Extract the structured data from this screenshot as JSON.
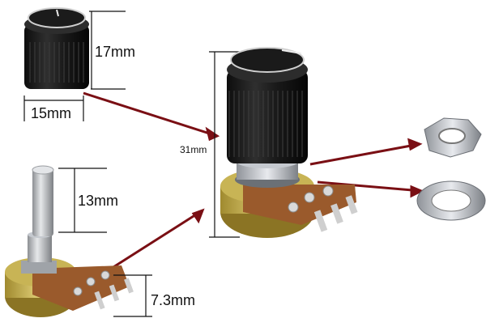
{
  "labels": {
    "knob_height": "17mm",
    "knob_width": "15mm",
    "assembled_height": "31mm",
    "shaft_length": "13mm",
    "body_height": "7.3mm"
  },
  "colors": {
    "knob_black": "#1e1e1e",
    "knob_cap": "#3a3a3a",
    "brass_body": "#c7b04a",
    "pcb_brown": "#9a5a2c",
    "steel": "#b8bcc2",
    "arrow_red": "#7a0f14",
    "dim_line": "#111111"
  }
}
